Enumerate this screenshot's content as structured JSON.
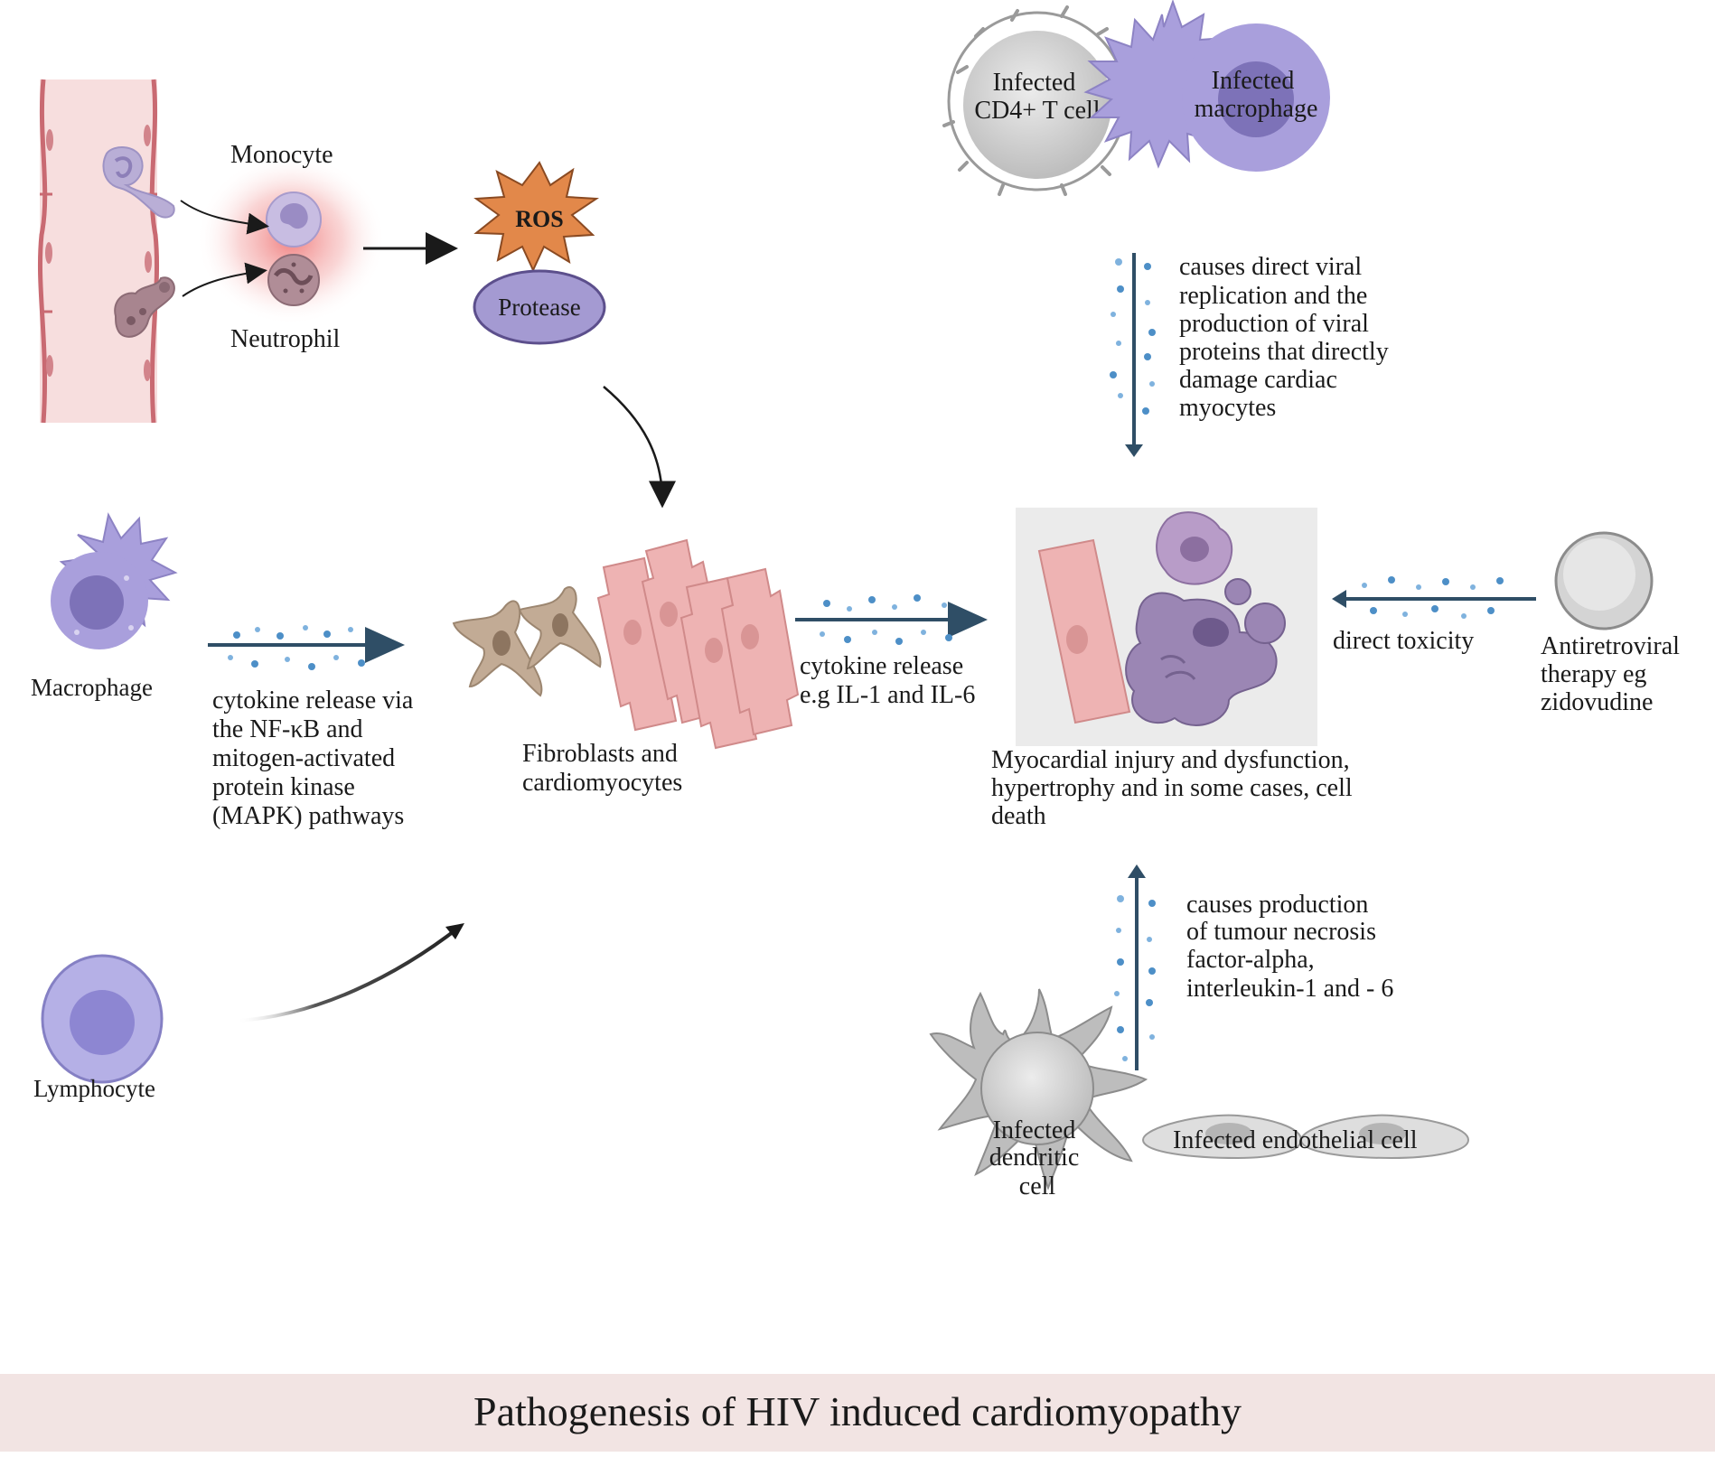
{
  "figure": {
    "title": "Pathogenesis of HIV induced cardiomyopathy"
  },
  "cells": {
    "monocyte": "Monocyte",
    "neutrophil": "Neutrophil",
    "ros": "ROS",
    "protease": "Protease",
    "macrophage": "Macrophage",
    "lymphocyte": "Lymphocyte",
    "fibroblasts_line1": "Fibroblasts and",
    "fibroblasts_line2": "cardiomyocytes",
    "infected_cd4_line1": "Infected",
    "infected_cd4_line2": "CD4+ T cell",
    "infected_macrophage_line1": "Infected",
    "infected_macrophage_line2": "macrophage",
    "infected_dendritic_line1": "Infected",
    "infected_dendritic_line2": "dendritic",
    "infected_dendritic_line3": "cell",
    "infected_endothelial": "Infected endothelial cell",
    "art_line1": "Antiretroviral",
    "art_line2": "therapy eg",
    "art_line3": "zidovudine"
  },
  "annotations": {
    "cytokine_nfkb": [
      "cytokine release via",
      "the NF-κB and",
      "mitogen-activated",
      "protein kinase",
      "(MAPK) pathways"
    ],
    "cytokine_il": [
      "cytokine release",
      "e.g IL-1 and IL-6"
    ],
    "viral_replication": [
      "causes direct viral",
      "replication and the",
      "production of viral",
      "proteins that directly",
      "damage cardiac",
      "myocytes"
    ],
    "direct_toxicity": "direct toxicity",
    "myocardial_injury": [
      "Myocardial injury and dysfunction,",
      "hypertrophy and in some cases, cell",
      "death"
    ],
    "tnf_production": [
      "causes production",
      "of tumour necrosis",
      "factor-alpha,",
      "interleukin-1 and - 6"
    ]
  },
  "colors": {
    "vessel": "#f7dede",
    "vessel_wall": "#c96a72",
    "monocyte": "#b9aed6",
    "neutrophil": "#a8858f",
    "inflammation_glow": "#f08080",
    "ros_star": "#e2884a",
    "protease": "#a49ad2",
    "macrophage": "#a99fdc",
    "lymphocyte": "#9d95d8",
    "fibroblast": "#c2ab95",
    "cardiomyocyte": "#eeb3b3",
    "cytokine_arrow": "#2f4e66",
    "cytokine_dot": "#4d8fc7",
    "injury_box": "#ebebeb",
    "title_band": "#f2e4e3"
  },
  "icons": [
    "blood-vessel",
    "monocyte",
    "neutrophil",
    "ros-star",
    "protease",
    "macrophage",
    "lymphocyte",
    "fibroblast",
    "cardiomyocyte",
    "t-cell",
    "infected-macrophage",
    "dendritic-cell",
    "endothelial-cell",
    "drug-pill",
    "damaged-cells"
  ]
}
